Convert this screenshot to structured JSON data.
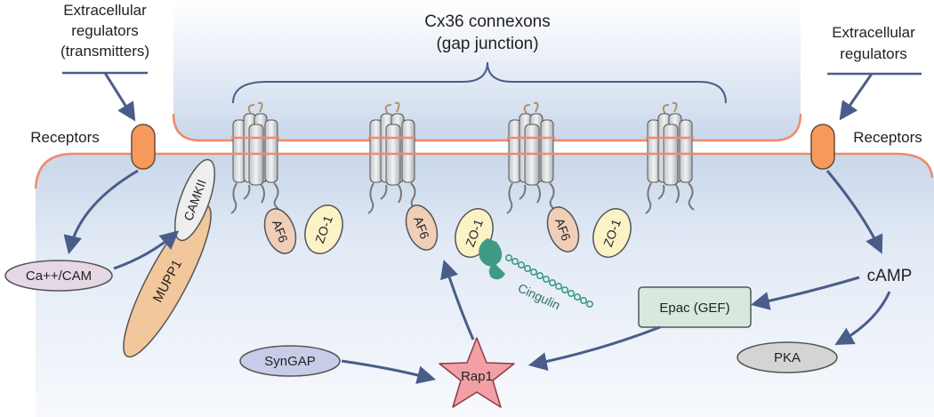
{
  "diagram": {
    "gap_junction_label": {
      "line1": "Cx36 connexons",
      "line2": "(gap junction)"
    },
    "left_regulators": {
      "line1": "Extracellular",
      "line2": "regulators",
      "line3": "(transmitters)"
    },
    "right_regulators": {
      "line1": "Extracellular",
      "line2": "regulators"
    },
    "left_receptor_label": "Receptors",
    "right_receptor_label": "Receptors",
    "ca_cam": "Ca++/CAM",
    "camkii": "CAMKII",
    "mupp1": "MUPP1",
    "af6": "AF6",
    "zo1": "ZO-1",
    "cingulin": "Cingulin",
    "camp": "cAMP",
    "epac": "Epac (GEF)",
    "pka": "PKA",
    "syngap": "SynGAP",
    "rap1": "Rap1",
    "colors": {
      "cell_fill": "#dbe6f3",
      "membrane": "#f08a6c",
      "receptor": "#f59a5a",
      "arrow": "#4a5d8a",
      "ca_cam": "#e6d7e4",
      "camkii": "#eeeeee",
      "mupp1": "#f2c79b",
      "af6": "#f0cfb8",
      "zo1": "#fbf3c6",
      "cingulin": "#3f9a84",
      "epac": "#d8e8dc",
      "pka": "#d4d4d4",
      "syngap": "#c7cde8",
      "rap1": "#f2a0a6"
    }
  }
}
